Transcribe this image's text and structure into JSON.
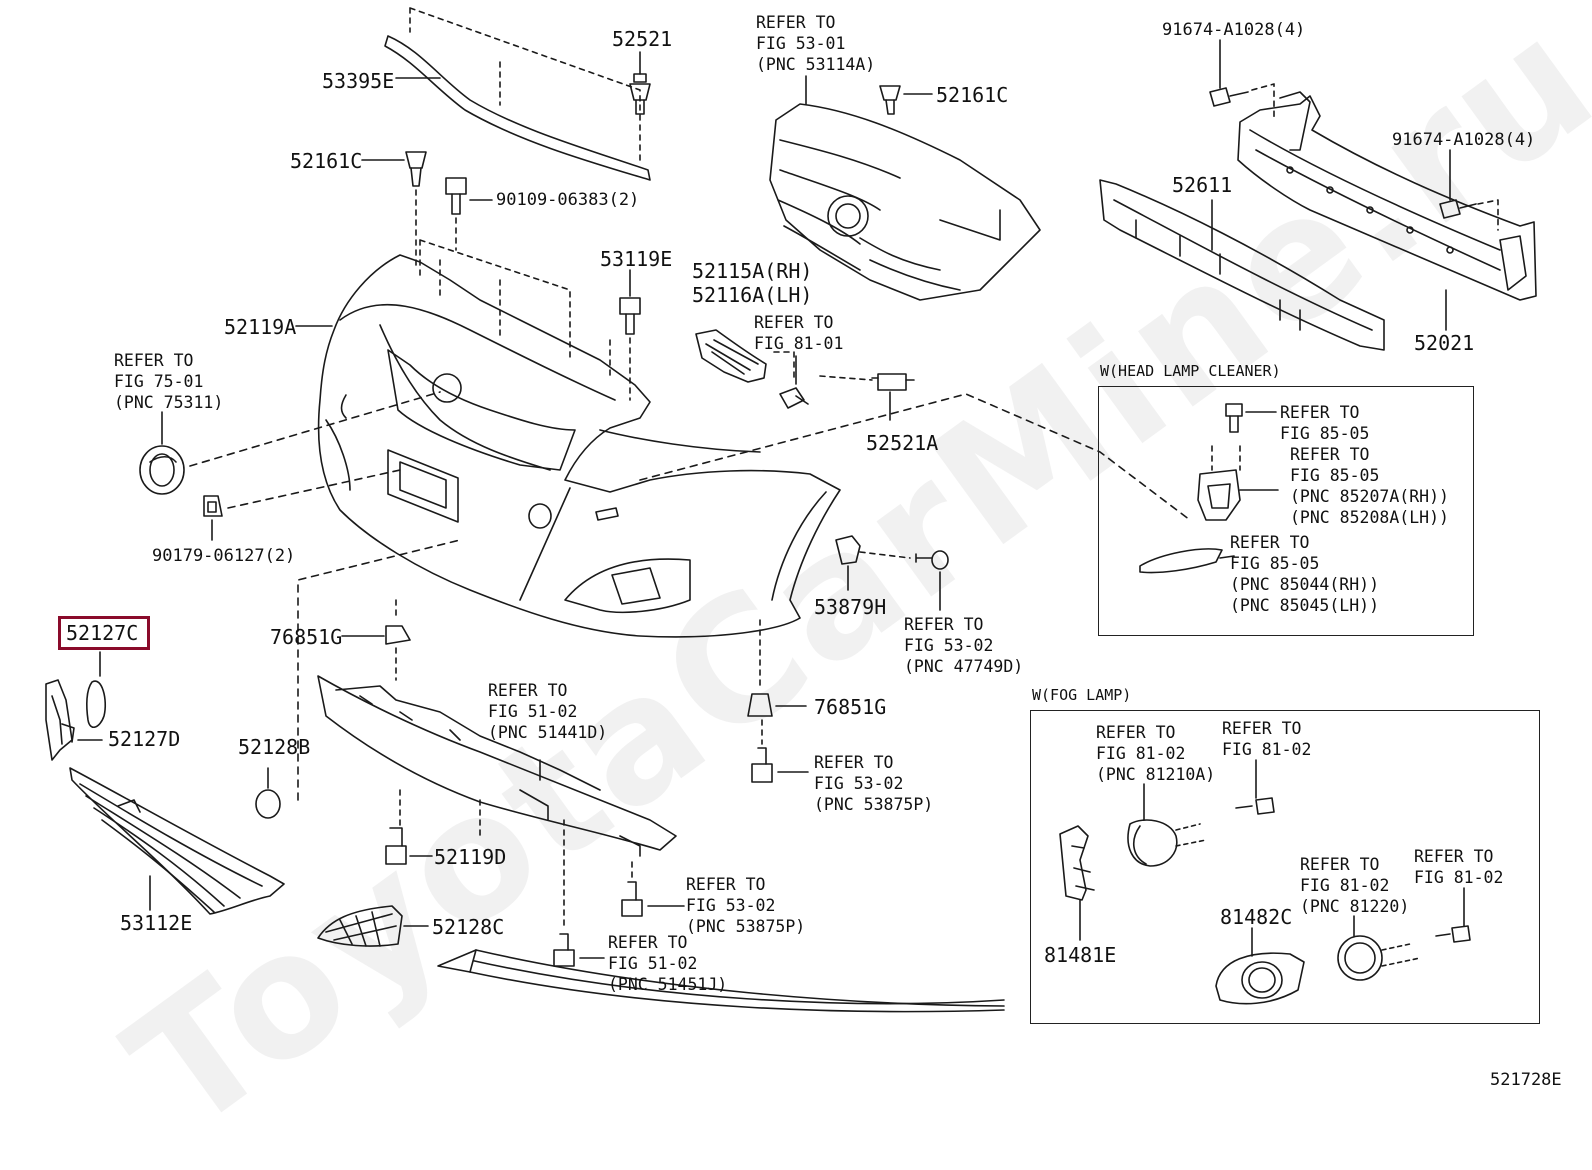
{
  "watermark": "ToyotaCarMine.ru",
  "diagram_id": "521728E",
  "highlighted_part": "52127C",
  "headlamp_cleaner_box": {
    "caption": "W(HEAD LAMP CLEANER)"
  },
  "fog_lamp_box": {
    "caption": "W(FOG LAMP)"
  },
  "labels": {
    "p52521": "52521",
    "p53395E": "53395E",
    "p52161C_left": "52161C",
    "p90109": "90109-06383(2)",
    "p53119E": "53119E",
    "p52119A": "52119A",
    "ref75_1": "REFER TO",
    "ref75_2": "FIG 75-01",
    "ref75_3": "(PNC 75311)",
    "p90179": "90179-06127(2)",
    "p52127C": "52127C",
    "p52127D": "52127D",
    "p52128B": "52128B",
    "p53112E": "53112E",
    "p52128C": "52128C",
    "p76851G_left": "76851G",
    "ref5102a_1": "REFER TO",
    "ref5102a_2": "FIG 51-02",
    "ref5102a_3": "(PNC 51441D)",
    "p52119D": "52119D",
    "ref5302a_1": "REFER TO",
    "ref5302a_2": "FIG 53-02",
    "ref5302a_3": "(PNC 53875P)",
    "ref5102b_1": "REFER TO",
    "ref5102b_2": "FIG 51-02",
    "ref5102b_3": "(PNC 51451J)",
    "ref5301_1": "REFER TO",
    "ref5301_2": "FIG 53-01",
    "ref5301_3": "(PNC 53114A)",
    "p52161C_right": "52161C",
    "p52115A": "52115A(RH)",
    "p52116A": "52116A(LH)",
    "ref8101_1": "REFER TO",
    "ref8101_2": "FIG 81-01",
    "p52521A": "52521A",
    "p53879H": "53879H",
    "ref5302b_1": "REFER TO",
    "ref5302b_2": "FIG 53-02",
    "ref5302b_3": "(PNC 47749D)",
    "p76851G_right": "76851G",
    "ref5302c_1": "REFER TO",
    "ref5302c_2": "FIG 53-02",
    "ref5302c_3": "(PNC 53875P)",
    "p91674_top": "91674-A1028(4)",
    "p91674_right": "91674-A1028(4)",
    "p52611": "52611",
    "p52021": "52021",
    "hlc_ref1_1": "REFER TO",
    "hlc_ref1_2": "FIG 85-05",
    "hlc_ref2_1": "REFER TO",
    "hlc_ref2_2": "FIG 85-05",
    "hlc_ref2_3": "(PNC 85207A(RH))",
    "hlc_ref2_4": "(PNC 85208A(LH))",
    "hlc_ref3_1": "REFER TO",
    "hlc_ref3_2": "FIG 85-05",
    "hlc_ref3_3": "(PNC 85044(RH))",
    "hlc_ref3_4": "(PNC 85045(LH))",
    "fog_ref1_1": "REFER TO",
    "fog_ref1_2": "FIG 81-02",
    "fog_ref1_3": "(PNC 81210A)",
    "fog_ref2_1": "REFER TO",
    "fog_ref2_2": "FIG 81-02",
    "fog_ref3_1": "REFER TO",
    "fog_ref3_2": "FIG 81-02",
    "fog_ref3_3": "(PNC 81220)",
    "fog_ref4_1": "REFER TO",
    "fog_ref4_2": "FIG 81-02",
    "p81482C": "81482C",
    "p81481E": "81481E"
  },
  "colors": {
    "line": "#1a1a1a",
    "highlight": "#8a0a2a",
    "watermark": "#bdbdbd"
  }
}
